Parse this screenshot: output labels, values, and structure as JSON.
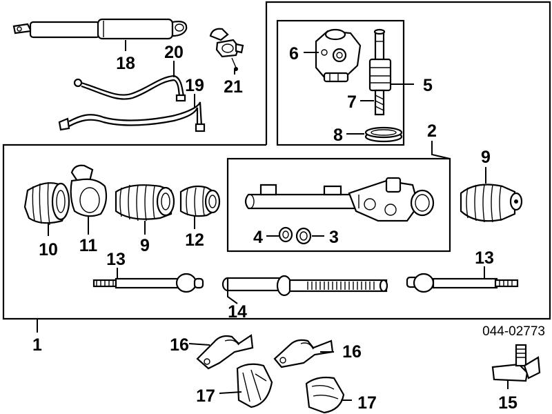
{
  "diagram": {
    "reference_number": "044-02773",
    "callouts": [
      "18",
      "20",
      "19",
      "21",
      "6",
      "5",
      "7",
      "8",
      "2",
      "9",
      "10",
      "11",
      "9",
      "12",
      "4",
      "3",
      "13",
      "13",
      "14",
      "1",
      "16",
      "16",
      "17",
      "17",
      "15"
    ]
  },
  "colors": {
    "ink": "#000000",
    "paper": "#ffffff"
  }
}
